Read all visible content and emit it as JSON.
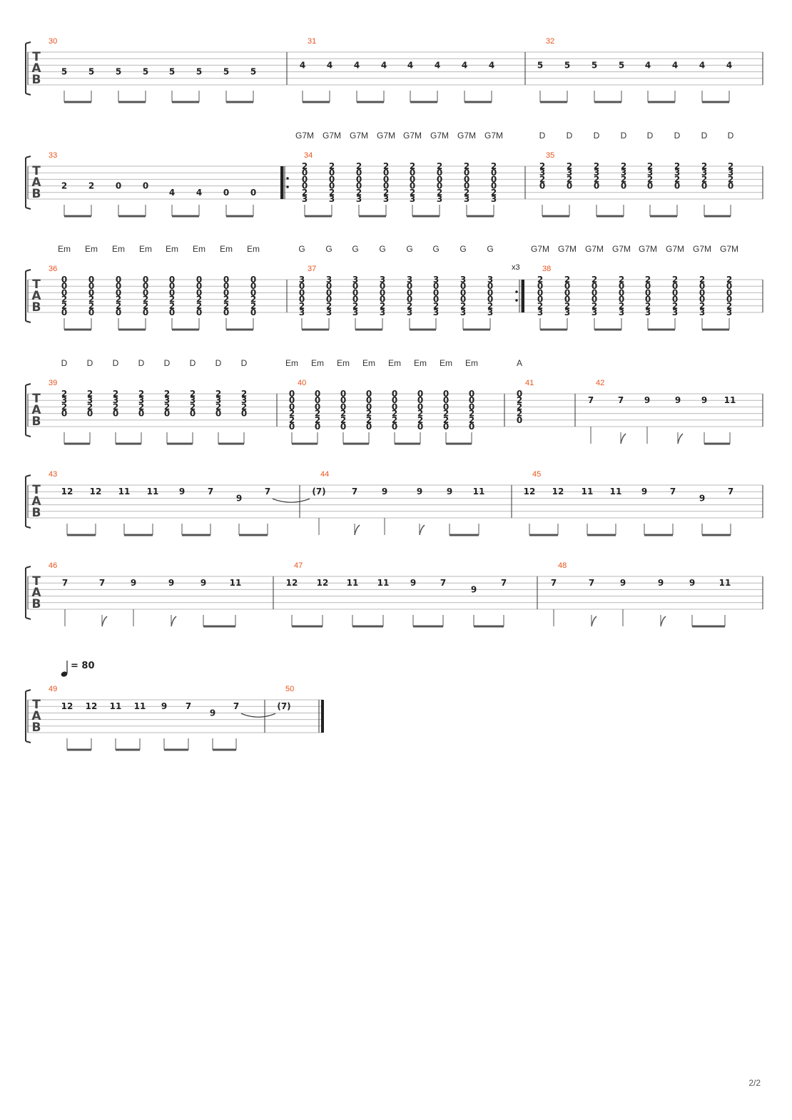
{
  "page_number": "2/2",
  "tab_letters": [
    "T",
    "A",
    "B"
  ],
  "tempo": {
    "symbol": "quarter-note",
    "value": "= 80"
  },
  "repeat_count": "x3",
  "systems": [
    {
      "measures": [
        {
          "number": "30",
          "chords": [],
          "beats": [
            [
              "5"
            ],
            [
              "5"
            ],
            [
              "5"
            ],
            [
              "5"
            ],
            [
              "5"
            ],
            [
              "5"
            ],
            [
              "5"
            ],
            [
              "5"
            ]
          ],
          "strings": [
            [
              3
            ],
            [
              3
            ],
            [
              3
            ],
            [
              3
            ],
            [
              3
            ],
            [
              3
            ],
            [
              3
            ],
            [
              3
            ]
          ]
        },
        {
          "number": "31",
          "chords": [],
          "beats": [
            [
              "4"
            ],
            [
              "4"
            ],
            [
              "4"
            ],
            [
              "4"
            ],
            [
              "4"
            ],
            [
              "4"
            ],
            [
              "4"
            ],
            [
              "4"
            ]
          ],
          "strings": [
            [
              2
            ],
            [
              2
            ],
            [
              2
            ],
            [
              2
            ],
            [
              2
            ],
            [
              2
            ],
            [
              2
            ],
            [
              2
            ]
          ]
        },
        {
          "number": "32",
          "chords": [],
          "beats": [
            [
              "5"
            ],
            [
              "5"
            ],
            [
              "5"
            ],
            [
              "5"
            ],
            [
              "4"
            ],
            [
              "4"
            ],
            [
              "4"
            ],
            [
              "4"
            ]
          ],
          "strings": [
            [
              2
            ],
            [
              2
            ],
            [
              2
            ],
            [
              2
            ],
            [
              2
            ],
            [
              2
            ],
            [
              2
            ],
            [
              2
            ]
          ]
        }
      ]
    },
    {
      "measures": [
        {
          "number": "33",
          "chords": [],
          "beats": [
            [
              "2"
            ],
            [
              "2"
            ],
            [
              "0"
            ],
            [
              "0"
            ],
            [
              "4"
            ],
            [
              "4"
            ],
            [
              "0"
            ],
            [
              "0"
            ]
          ],
          "strings": [
            [
              3
            ],
            [
              3
            ],
            [
              3
            ],
            [
              3
            ],
            [
              4
            ],
            [
              4
            ],
            [
              4
            ],
            [
              4
            ]
          ]
        },
        {
          "number": "34",
          "repeat_start": true,
          "chords": [
            "G7M",
            "G7M",
            "G7M",
            "G7M",
            "G7M",
            "G7M",
            "G7M",
            "G7M"
          ],
          "chord_frets": [
            "2",
            "0",
            "0",
            "0",
            "2",
            "3"
          ]
        },
        {
          "number": "35",
          "chords": [
            "D",
            "D",
            "D",
            "D",
            "D",
            "D",
            "D",
            "D"
          ],
          "chord_frets": [
            "2",
            "3",
            "2",
            "0"
          ]
        }
      ]
    },
    {
      "measures": [
        {
          "number": "36",
          "chords": [
            "Em",
            "Em",
            "Em",
            "Em",
            "Em",
            "Em",
            "Em",
            "Em"
          ],
          "chord_frets": [
            "0",
            "0",
            "0",
            "2",
            "2",
            "0"
          ]
        },
        {
          "number": "37",
          "repeat_end": true,
          "chords": [
            "G",
            "G",
            "G",
            "G",
            "G",
            "G",
            "G",
            "G"
          ],
          "chord_frets": [
            "3",
            "0",
            "0",
            "0",
            "2",
            "3"
          ]
        },
        {
          "number": "38",
          "chords": [
            "G7M",
            "G7M",
            "G7M",
            "G7M",
            "G7M",
            "G7M",
            "G7M",
            "G7M"
          ],
          "chord_frets": [
            "2",
            "0",
            "0",
            "0",
            "2",
            "3"
          ]
        }
      ]
    },
    {
      "measures": [
        {
          "number": "39",
          "chords": [
            "D",
            "D",
            "D",
            "D",
            "D",
            "D",
            "D",
            "D"
          ],
          "chord_frets": [
            "2",
            "3",
            "2",
            "0"
          ]
        },
        {
          "number": "40",
          "chords": [
            "Em",
            "Em",
            "Em",
            "Em",
            "Em",
            "Em",
            "Em",
            "Em"
          ],
          "chord_frets": [
            "0",
            "0",
            "0",
            "2",
            "2",
            "0"
          ]
        },
        {
          "number": "41",
          "chords": [
            "A"
          ],
          "chord_frets": [
            "0",
            "2",
            "2",
            "2",
            "0"
          ]
        },
        {
          "number": "42",
          "chords": [],
          "beats": [
            [
              "7"
            ],
            [
              "7"
            ],
            [
              "9"
            ],
            [
              "9"
            ],
            [
              "9"
            ],
            [
              "11"
            ]
          ],
          "strings": [
            [
              1
            ],
            [
              1
            ],
            [
              1
            ],
            [
              1
            ],
            [
              1
            ],
            [
              1
            ]
          ]
        }
      ]
    },
    {
      "measures": [
        {
          "number": "43",
          "beats": [
            [
              "12"
            ],
            [
              "12"
            ],
            [
              "11"
            ],
            [
              "11"
            ],
            [
              "9"
            ],
            [
              "7"
            ],
            [
              "9"
            ],
            [
              "7"
            ]
          ],
          "strings": [
            [
              1
            ],
            [
              1
            ],
            [
              1
            ],
            [
              1
            ],
            [
              1
            ],
            [
              1
            ],
            [
              2
            ],
            [
              1
            ]
          ]
        },
        {
          "number": "44",
          "beats": [
            [
              "(7)"
            ],
            [
              "7"
            ],
            [
              "9"
            ],
            [
              "9"
            ],
            [
              "9"
            ],
            [
              "11"
            ]
          ],
          "strings": [
            [
              1
            ],
            [
              1
            ],
            [
              1
            ],
            [
              1
            ],
            [
              1
            ],
            [
              1
            ]
          ]
        },
        {
          "number": "45",
          "beats": [
            [
              "12"
            ],
            [
              "12"
            ],
            [
              "11"
            ],
            [
              "11"
            ],
            [
              "9"
            ],
            [
              "7"
            ],
            [
              "9"
            ],
            [
              "7"
            ]
          ],
          "strings": [
            [
              1
            ],
            [
              1
            ],
            [
              1
            ],
            [
              1
            ],
            [
              1
            ],
            [
              1
            ],
            [
              2
            ],
            [
              1
            ]
          ]
        }
      ]
    },
    {
      "measures": [
        {
          "number": "46",
          "beats": [
            [
              "7"
            ],
            [
              "7"
            ],
            [
              "9"
            ],
            [
              "9"
            ],
            [
              "9"
            ],
            [
              "11"
            ]
          ],
          "strings": [
            [
              1
            ],
            [
              1
            ],
            [
              1
            ],
            [
              1
            ],
            [
              1
            ],
            [
              1
            ]
          ]
        },
        {
          "number": "47",
          "beats": [
            [
              "12"
            ],
            [
              "12"
            ],
            [
              "11"
            ],
            [
              "11"
            ],
            [
              "9"
            ],
            [
              "7"
            ],
            [
              "9"
            ],
            [
              "7"
            ]
          ],
          "strings": [
            [
              1
            ],
            [
              1
            ],
            [
              1
            ],
            [
              1
            ],
            [
              1
            ],
            [
              1
            ],
            [
              2
            ],
            [
              1
            ]
          ]
        },
        {
          "number": "48",
          "beats": [
            [
              "7"
            ],
            [
              "7"
            ],
            [
              "9"
            ],
            [
              "9"
            ],
            [
              "9"
            ],
            [
              "11"
            ]
          ],
          "strings": [
            [
              1
            ],
            [
              1
            ],
            [
              1
            ],
            [
              1
            ],
            [
              1
            ],
            [
              1
            ]
          ]
        }
      ]
    },
    {
      "measures": [
        {
          "number": "49",
          "beats": [
            [
              "12"
            ],
            [
              "12"
            ],
            [
              "11"
            ],
            [
              "11"
            ],
            [
              "9"
            ],
            [
              "7"
            ],
            [
              "9"
            ],
            [
              "7"
            ]
          ],
          "strings": [
            [
              1
            ],
            [
              1
            ],
            [
              1
            ],
            [
              1
            ],
            [
              1
            ],
            [
              1
            ],
            [
              2
            ],
            [
              1
            ]
          ]
        },
        {
          "number": "50",
          "final": true,
          "beats": [
            [
              "(7)"
            ]
          ],
          "strings": [
            [
              1
            ]
          ]
        }
      ]
    }
  ]
}
